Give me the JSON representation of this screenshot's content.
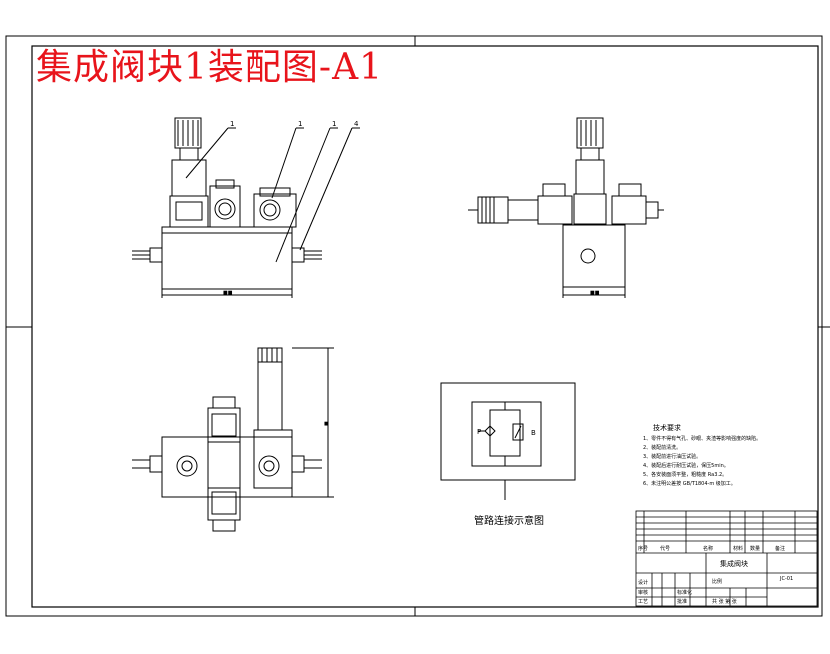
{
  "drawing": {
    "title": "集成阀块1装配图-A1",
    "pipeline_caption": "管路连接示意图",
    "balloons": [
      "1",
      "1",
      "1",
      "4"
    ],
    "dimension_marks": {
      "front_width": "■■",
      "side_width": "■■",
      "height": "■"
    },
    "schematic_ports": {
      "left": "P",
      "right": "B"
    }
  },
  "technical_requirements": {
    "heading": "技术要求",
    "items": [
      "1、零件不得有气孔、砂眼、夹渣等影响强度的缺陷。",
      "2、装配前清洗。",
      "3、装配前进行油压试验。",
      "4、装配后进行耐压试验，保压5min。",
      "5、各安装面须平整，粗糙度 Ra3.2。",
      "6、未注明公差按 GB/T1804-m 级加工。"
    ]
  },
  "title_block": {
    "drawing_name": "集成阀块",
    "part_no": "JC-01",
    "header_cells": [
      "序号",
      "代号",
      "名称",
      "材料",
      "数量",
      "备注"
    ],
    "scale_label": "比例",
    "sheet_label": "共 张 第 张",
    "approve_labels": [
      "设计",
      "审核",
      "工艺",
      "标准化",
      "批准"
    ]
  }
}
